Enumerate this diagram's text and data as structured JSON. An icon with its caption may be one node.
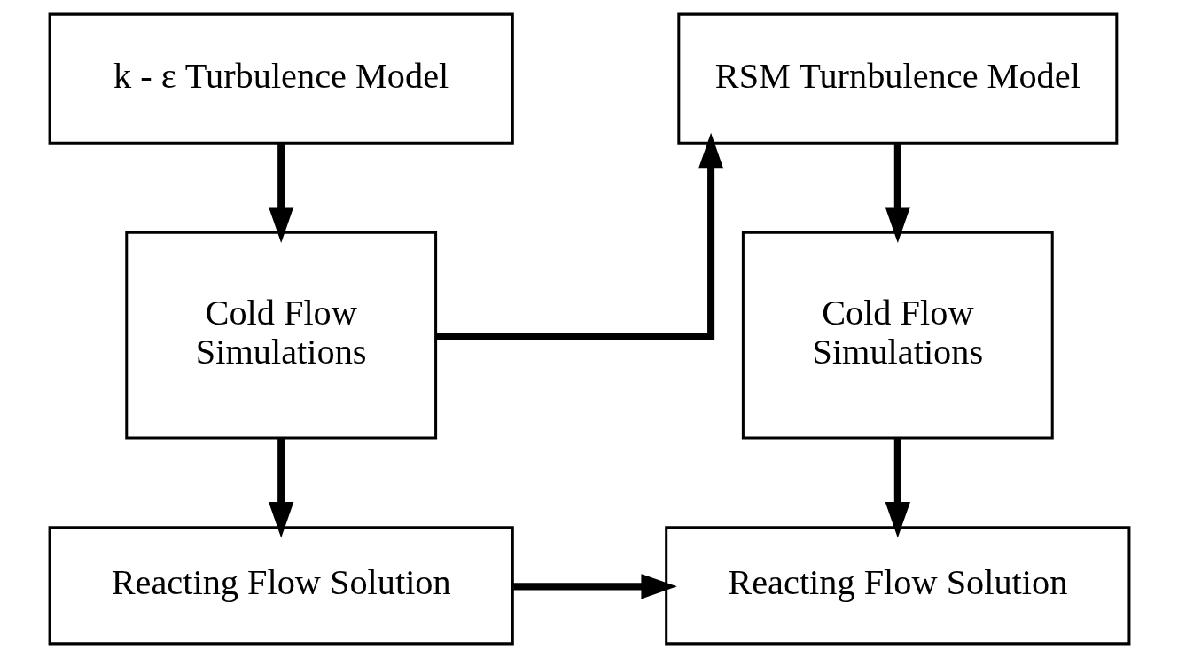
{
  "diagram": {
    "nodes": [
      {
        "text": [
          "k - ε Turbulence Model"
        ]
      },
      {
        "text": [
          "RSM Turnbulence Model"
        ]
      },
      {
        "text": [
          "Cold Flow Simulations"
        ]
      },
      {
        "text": [
          "Cold Flow Simulations"
        ]
      },
      {
        "text": [
          "Reacting Flow Solution"
        ]
      },
      {
        "text": [
          "Reacting Flow Solution"
        ]
      }
    ],
    "edges": [
      {
        "from": 0,
        "to": 2,
        "arrow": "to"
      },
      {
        "from": 2,
        "to": 1,
        "arrow": "to"
      },
      {
        "from": 1,
        "to": 3,
        "arrow": "to"
      },
      {
        "from": 2,
        "to": 4,
        "arrow": "to"
      },
      {
        "from": 3,
        "to": 5,
        "arrow": "to"
      },
      {
        "from": 4,
        "to": 5,
        "arrow": "to"
      }
    ]
  }
}
